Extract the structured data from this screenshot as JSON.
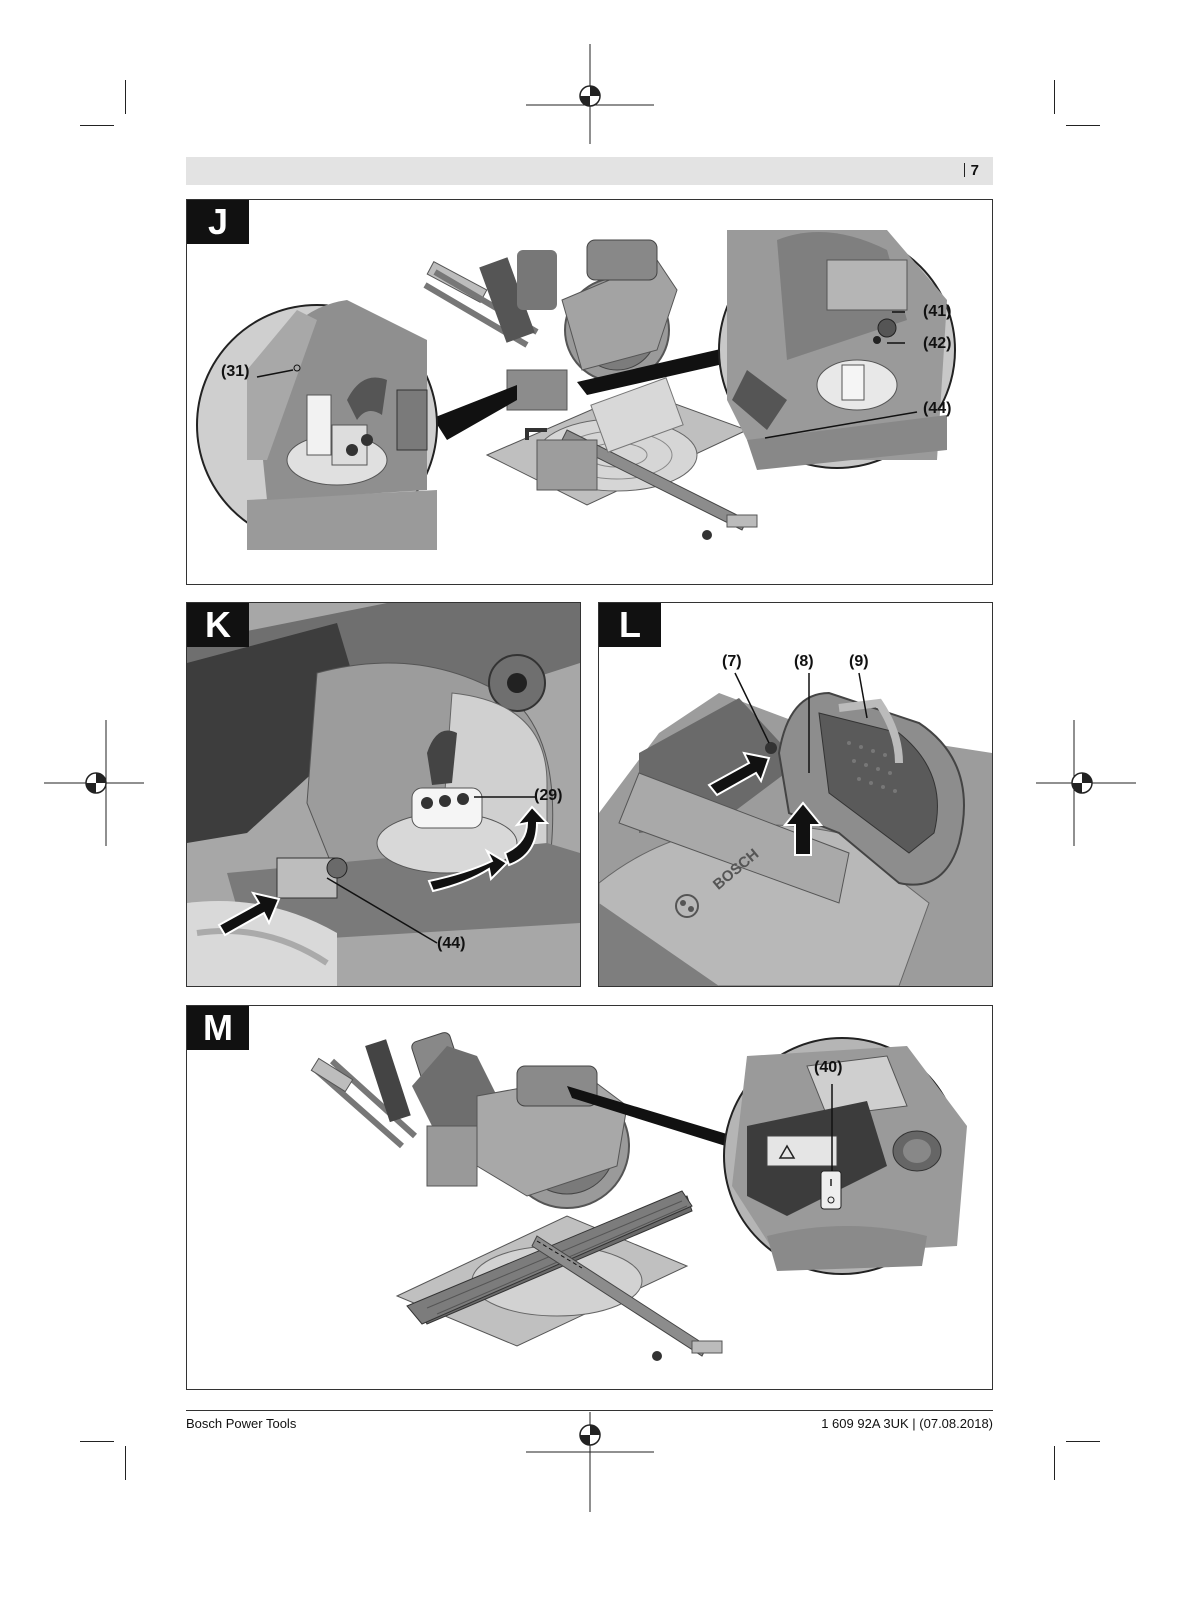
{
  "header": {
    "page_number": "7"
  },
  "figures": [
    {
      "label": "J",
      "callouts": [
        "(31)",
        "(41)",
        "(42)",
        "(44)"
      ]
    },
    {
      "label": "K",
      "callouts": [
        "(29)",
        "(44)"
      ]
    },
    {
      "label": "L",
      "callouts": [
        "(7)",
        "(8)",
        "(9)"
      ],
      "brand_text": "BOSCH"
    },
    {
      "label": "M",
      "callouts": [
        "(40)"
      ]
    }
  ],
  "footer": {
    "left": "Bosch Power Tools",
    "right": "1 609 92A 3UK | (07.08.2018)"
  },
  "colors": {
    "header_bar": "#e3e3e3",
    "label_bg": "#111111",
    "tool_gray": "#8c8c8c"
  }
}
